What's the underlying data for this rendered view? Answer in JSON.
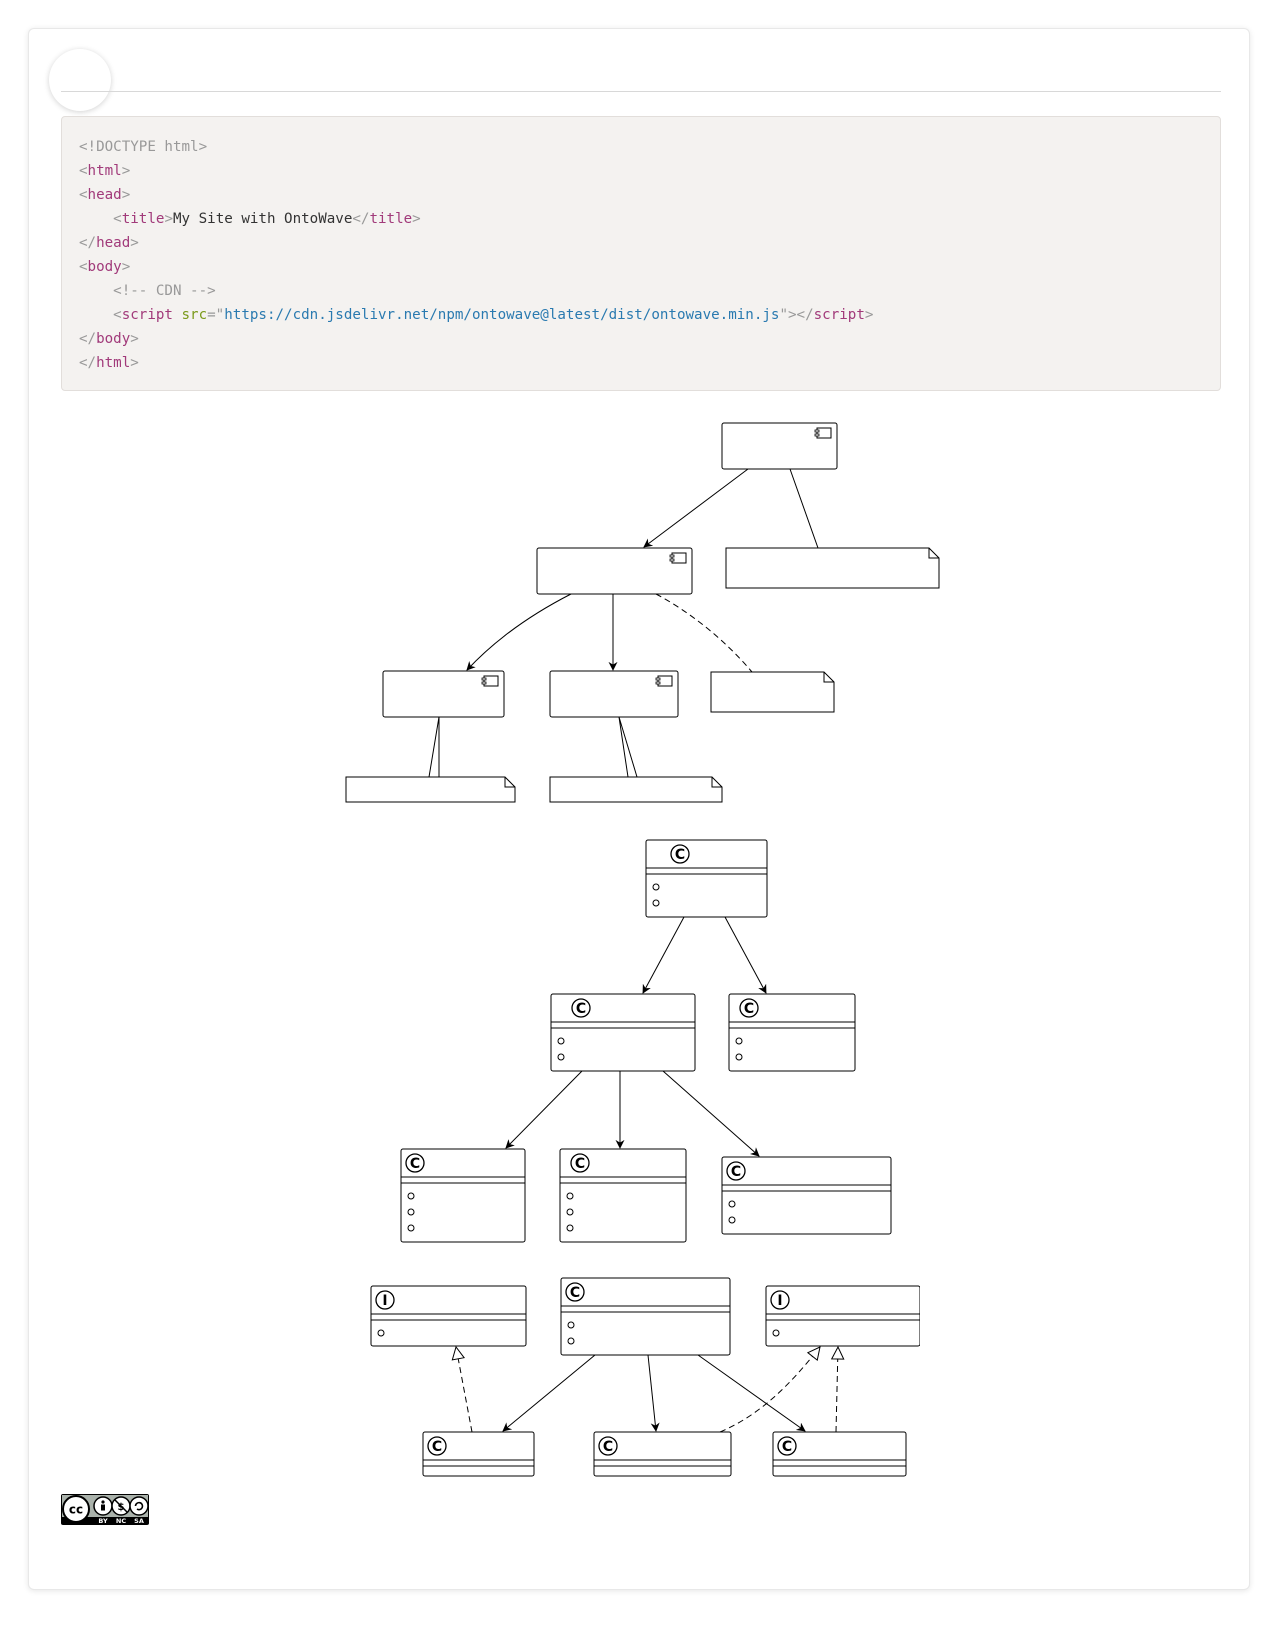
{
  "code": {
    "lines": [
      [
        {
          "t": "p",
          "v": "<!DOCTYPE html>"
        }
      ],
      [
        {
          "t": "p",
          "v": "<"
        },
        {
          "t": "t",
          "v": "html"
        },
        {
          "t": "p",
          "v": ">"
        }
      ],
      [
        {
          "t": "p",
          "v": "<"
        },
        {
          "t": "t",
          "v": "head"
        },
        {
          "t": "p",
          "v": ">"
        }
      ],
      [
        {
          "t": "x",
          "v": "    "
        },
        {
          "t": "p",
          "v": "<"
        },
        {
          "t": "t",
          "v": "title"
        },
        {
          "t": "p",
          "v": ">"
        },
        {
          "t": "x",
          "v": "My Site with OntoWave"
        },
        {
          "t": "p",
          "v": "</"
        },
        {
          "t": "t",
          "v": "title"
        },
        {
          "t": "p",
          "v": ">"
        }
      ],
      [
        {
          "t": "p",
          "v": "</"
        },
        {
          "t": "t",
          "v": "head"
        },
        {
          "t": "p",
          "v": ">"
        }
      ],
      [
        {
          "t": "p",
          "v": "<"
        },
        {
          "t": "t",
          "v": "body"
        },
        {
          "t": "p",
          "v": ">"
        }
      ],
      [
        {
          "t": "x",
          "v": "    "
        },
        {
          "t": "c",
          "v": "<!-- CDN -->"
        }
      ],
      [
        {
          "t": "x",
          "v": "    "
        },
        {
          "t": "p",
          "v": "<"
        },
        {
          "t": "t",
          "v": "script"
        },
        {
          "t": "x",
          "v": " "
        },
        {
          "t": "a",
          "v": "src"
        },
        {
          "t": "p",
          "v": "=\""
        },
        {
          "t": "s",
          "v": "https://cdn.jsdelivr.net/npm/ontowave@latest/dist/ontowave.min.js"
        },
        {
          "t": "p",
          "v": "\"></"
        },
        {
          "t": "t",
          "v": "script"
        },
        {
          "t": "p",
          "v": ">"
        }
      ],
      [
        {
          "t": "p",
          "v": "</"
        },
        {
          "t": "t",
          "v": "body"
        },
        {
          "t": "p",
          "v": ">"
        }
      ],
      [
        {
          "t": "p",
          "v": "</"
        },
        {
          "t": "t",
          "v": "html"
        },
        {
          "t": "p",
          "v": ">"
        }
      ]
    ]
  },
  "uml": {
    "class_stereotype": "C",
    "interface_stereotype": "I"
  },
  "license": {
    "by": "BY",
    "nc": "NC",
    "sa": "SA",
    "cc": "cc"
  }
}
